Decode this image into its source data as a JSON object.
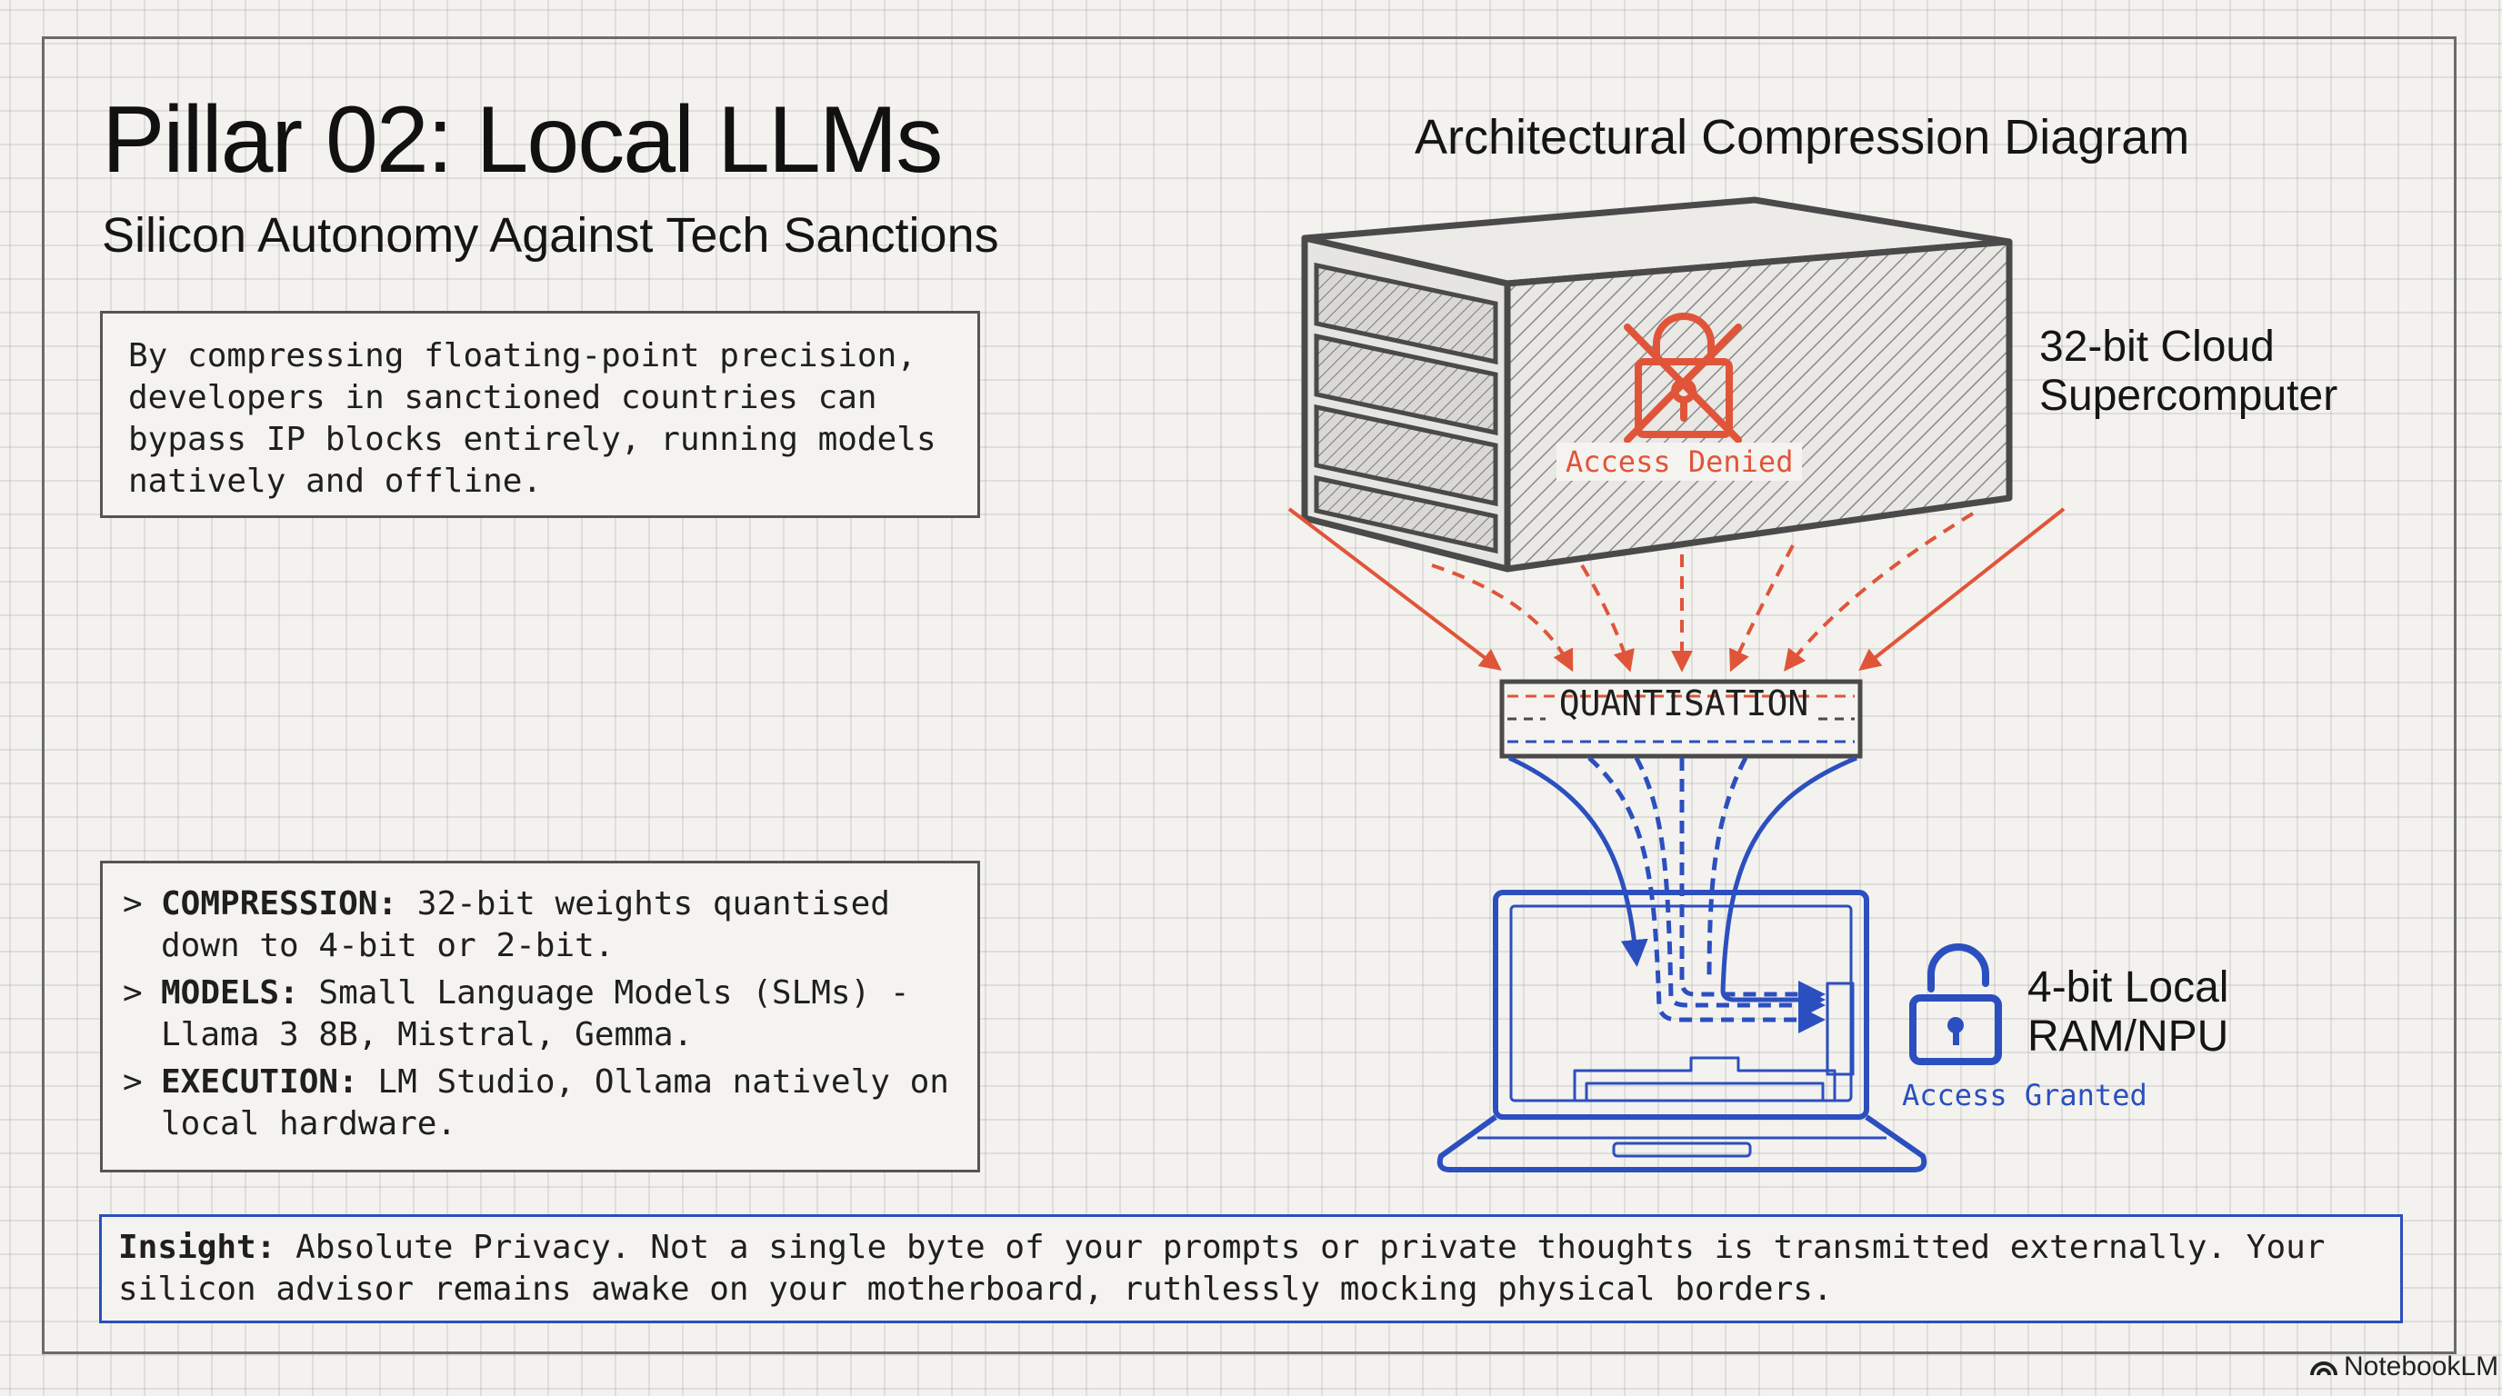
{
  "header": {
    "title": "Pillar 02: Local LLMs",
    "subtitle": "Silicon Autonomy Against Tech Sanctions"
  },
  "intro_text": "By compressing floating-point precision,\ndevelopers in sanctioned countries can\nbypass IP blocks entirely, running models\nnatively and offline.",
  "bullets": [
    {
      "marker": ">",
      "key": "COMPRESSION:",
      "text": " 32-bit weights quantised down to 4-bit or 2-bit."
    },
    {
      "marker": ">",
      "key": "MODELS:",
      "text": " Small Language Models (SLMs) - Llama 3 8B, Mistral, Gemma."
    },
    {
      "marker": ">",
      "key": "EXECUTION:",
      "text": " LM Studio, Ollama natively on local hardware."
    }
  ],
  "diagram": {
    "title": "Architectural Compression Diagram",
    "cloud_label": "32-bit Cloud\nSupercomputer",
    "denied_label": "Access Denied",
    "quant_label": "QUANTISATION",
    "local_label": "4-bit Local\nRAM/NPU",
    "granted_label": "Access Granted",
    "icons": [
      "server-icon",
      "lock-crossed-icon",
      "laptop-icon",
      "unlocked-padlock-icon"
    ]
  },
  "insight": {
    "key": "Insight:",
    "text": " Absolute Privacy. Not a single byte of your prompts or private thoughts is transmitted externally. Your silicon advisor remains awake on your motherboard, ruthlessly mocking physical borders."
  },
  "brand": "NotebookLM",
  "colors": {
    "red": "#e0553a",
    "blue": "#2c4fbf",
    "ink": "#4a4a4a",
    "paper": "#f3f2ee"
  }
}
